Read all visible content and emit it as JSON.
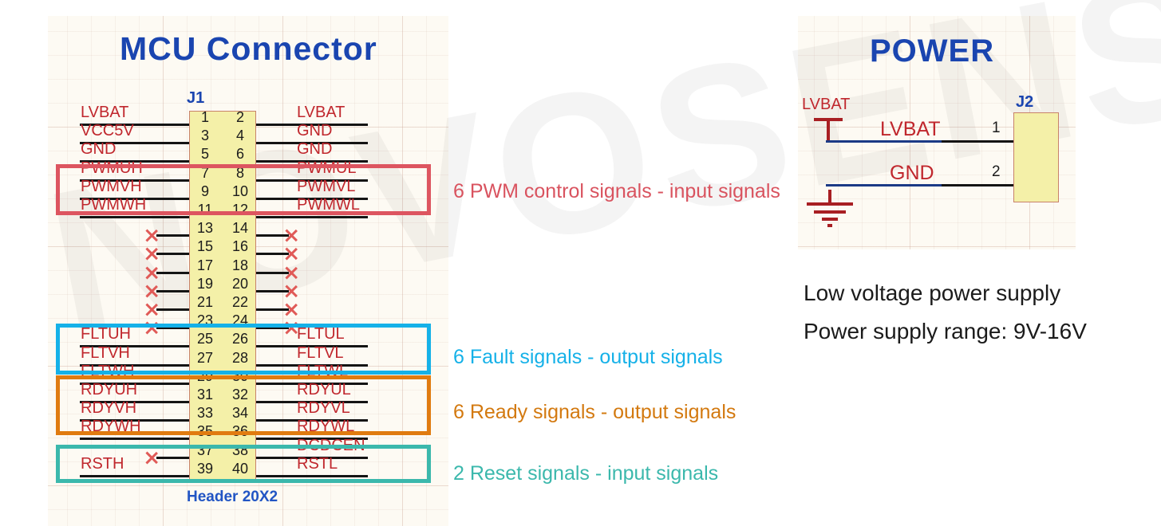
{
  "watermark": {
    "text": "NOVOSENSE"
  },
  "sections": {
    "mcu": {
      "title": "MCU  Connector",
      "refdes": "J1",
      "part": "Header 20X2",
      "pins": [
        {
          "no_l": "1",
          "no_r": "2",
          "left": "LVBAT",
          "right": "LVBAT",
          "nc_l": false,
          "nc_r": false
        },
        {
          "no_l": "3",
          "no_r": "4",
          "left": "VCC5V",
          "right": "GND",
          "nc_l": false,
          "nc_r": false
        },
        {
          "no_l": "5",
          "no_r": "6",
          "left": "GND",
          "right": "GND",
          "nc_l": false,
          "nc_r": false
        },
        {
          "no_l": "7",
          "no_r": "8",
          "left": "PWMUH",
          "right": "PWMUL",
          "nc_l": false,
          "nc_r": false
        },
        {
          "no_l": "9",
          "no_r": "10",
          "left": "PWMVH",
          "right": "PWMVL",
          "nc_l": false,
          "nc_r": false
        },
        {
          "no_l": "11",
          "no_r": "12",
          "left": "PWMWH",
          "right": "PWMWL",
          "nc_l": false,
          "nc_r": false
        },
        {
          "no_l": "13",
          "no_r": "14",
          "left": "",
          "right": "",
          "nc_l": true,
          "nc_r": true
        },
        {
          "no_l": "15",
          "no_r": "16",
          "left": "",
          "right": "",
          "nc_l": true,
          "nc_r": true
        },
        {
          "no_l": "17",
          "no_r": "18",
          "left": "",
          "right": "",
          "nc_l": true,
          "nc_r": true
        },
        {
          "no_l": "19",
          "no_r": "20",
          "left": "",
          "right": "",
          "nc_l": true,
          "nc_r": true
        },
        {
          "no_l": "21",
          "no_r": "22",
          "left": "",
          "right": "",
          "nc_l": true,
          "nc_r": true
        },
        {
          "no_l": "23",
          "no_r": "24",
          "left": "",
          "right": "",
          "nc_l": true,
          "nc_r": true
        },
        {
          "no_l": "25",
          "no_r": "26",
          "left": "FLTUH",
          "right": "FLTUL",
          "nc_l": false,
          "nc_r": false
        },
        {
          "no_l": "27",
          "no_r": "28",
          "left": "FLTVH",
          "right": "FLTVL",
          "nc_l": false,
          "nc_r": false
        },
        {
          "no_l": "29",
          "no_r": "30",
          "left": "FLTWH",
          "right": "FLTWL",
          "nc_l": false,
          "nc_r": false
        },
        {
          "no_l": "31",
          "no_r": "32",
          "left": "RDYUH",
          "right": "RDYUL",
          "nc_l": false,
          "nc_r": false
        },
        {
          "no_l": "33",
          "no_r": "34",
          "left": "RDYVH",
          "right": "RDYVL",
          "nc_l": false,
          "nc_r": false
        },
        {
          "no_l": "35",
          "no_r": "36",
          "left": "RDYWH",
          "right": "RDYWL",
          "nc_l": false,
          "nc_r": false
        },
        {
          "no_l": "37",
          "no_r": "38",
          "left": "",
          "right": "DCDCEN",
          "nc_l": true,
          "nc_r": false
        },
        {
          "no_l": "39",
          "no_r": "40",
          "left": "RSTH",
          "right": "RSTL",
          "nc_l": false,
          "nc_r": false
        }
      ],
      "annotations": [
        {
          "id": "pwm",
          "text": "6 PWM control signals - input signals",
          "color": "#d9535f"
        },
        {
          "id": "fault",
          "text": "6 Fault signals - output signals",
          "color": "#15b1e8"
        },
        {
          "id": "ready",
          "text": "6 Ready signals - output signals",
          "color": "#d3790f"
        },
        {
          "id": "reset",
          "text": "2 Reset signals - input signals",
          "color": "#3bb8ac"
        }
      ]
    },
    "power": {
      "title": "POWER",
      "refdes": "J2",
      "supply_symbol": "LVBAT",
      "nets": [
        {
          "name": "LVBAT",
          "pin": "1"
        },
        {
          "name": "GND",
          "pin": "2"
        }
      ],
      "notes": [
        "Low voltage power supply",
        "Power supply range: 9V-16V"
      ]
    }
  },
  "colors": {
    "schematic_blue": "#1a45b0",
    "net_red": "#c0272d",
    "body_yellow": "#f4f0a8",
    "body_border": "#c8826a",
    "wire_black": "#141414",
    "wire_blue": "#1b3a86",
    "nc_red": "#e05a57",
    "hl_pwm": "#dd5560",
    "hl_fault": "#15b1e8",
    "hl_ready": "#e07b10",
    "hl_reset": "#3bb8ac"
  }
}
